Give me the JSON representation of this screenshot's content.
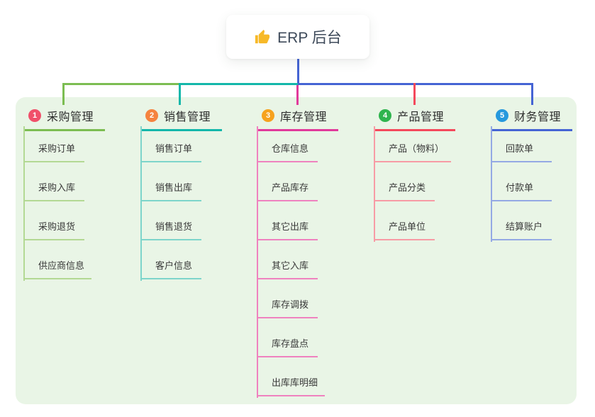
{
  "root": {
    "label": "ERP 后台",
    "icon": "thumbs-up-icon"
  },
  "canvas": {
    "background": "#ffffff",
    "panel_color": "#e9f5e6",
    "root_stem_color": "#4564d4",
    "connector_segment_colors": [
      "#7cbd52",
      "#13b7aa",
      "#4564d4"
    ]
  },
  "branches": [
    {
      "num": "1",
      "title": "采购管理",
      "badge_color": "#f0506a",
      "line_color": "#7cbd52",
      "sub_line_color": "#b3d994",
      "items": [
        "采购订单",
        "采购入库",
        "采购退货",
        "供应商信息"
      ]
    },
    {
      "num": "2",
      "title": "销售管理",
      "badge_color": "#f5833f",
      "line_color": "#13b7aa",
      "sub_line_color": "#7ed5cb",
      "items": [
        "销售订单",
        "销售出库",
        "销售退货",
        "客户信息"
      ]
    },
    {
      "num": "3",
      "title": "库存管理",
      "badge_color": "#f6a21e",
      "line_color": "#e13a9b",
      "sub_line_color": "#ef82bf",
      "items": [
        "仓库信息",
        "产品库存",
        "其它出库",
        "其它入库",
        "库存调拨",
        "库存盘点",
        "出库库明细"
      ]
    },
    {
      "num": "4",
      "title": "产品管理",
      "badge_color": "#2fb44e",
      "line_color": "#f4495c",
      "sub_line_color": "#f79ba5",
      "items": [
        "产品（物料）",
        "产品分类",
        "产品单位"
      ]
    },
    {
      "num": "5",
      "title": "财务管理",
      "badge_color": "#2699dd",
      "line_color": "#4564d4",
      "sub_line_color": "#94a9e4",
      "items": [
        "回款单",
        "付款单",
        "结算账户"
      ]
    }
  ]
}
